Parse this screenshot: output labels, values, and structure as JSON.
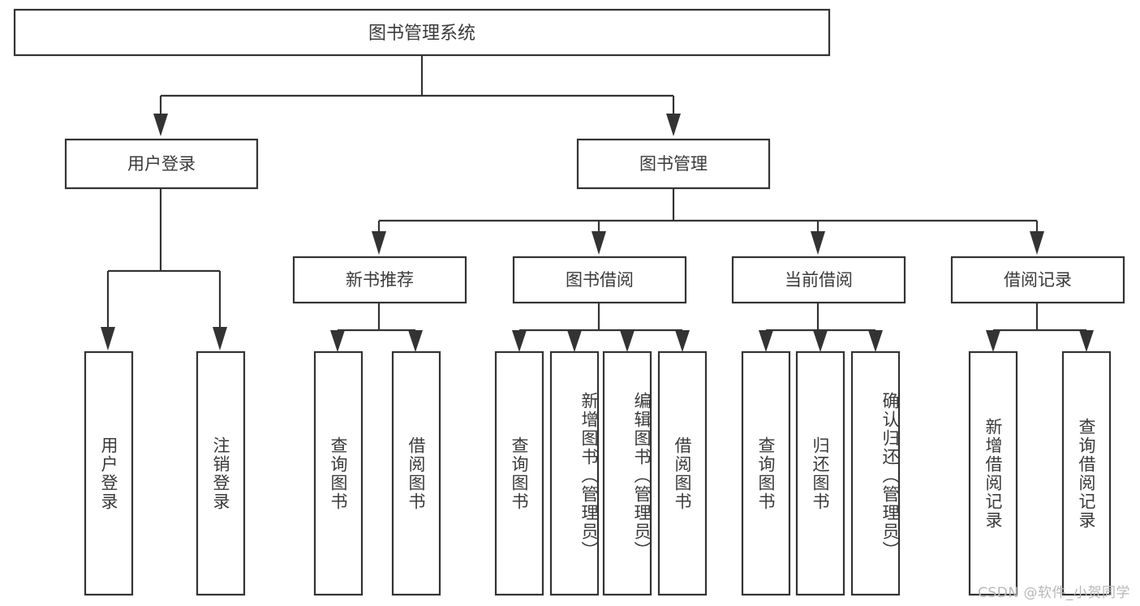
{
  "diagram": {
    "type": "tree",
    "title": "图书管理系统",
    "watermark": "CSDN @软件_小贺同学",
    "colors": {
      "stroke": "#333333",
      "text": "#3a3a3a",
      "background": "#ffffff",
      "watermark": "#b8b8b8"
    },
    "root": {
      "label": "图书管理系统"
    },
    "level2": [
      {
        "label": "用户登录"
      },
      {
        "label": "图书管理"
      }
    ],
    "level3": [
      {
        "label": "新书推荐"
      },
      {
        "label": "图书借阅"
      },
      {
        "label": "当前借阅"
      },
      {
        "label": "借阅记录"
      }
    ],
    "leaves": {
      "user_login": [
        {
          "label": "用户登录"
        },
        {
          "label": "注销登录"
        }
      ],
      "new_book_recommend": [
        {
          "label": "查询图书"
        },
        {
          "label": "借阅图书"
        }
      ],
      "book_borrow": [
        {
          "label": "查询图书"
        },
        {
          "label": "新增图书（管理员）"
        },
        {
          "label": "编辑图书（管理员）"
        },
        {
          "label": "借阅图书"
        }
      ],
      "current_borrow": [
        {
          "label": "查询图书"
        },
        {
          "label": "归还图书"
        },
        {
          "label": "确认归还（管理员）"
        }
      ],
      "borrow_record": [
        {
          "label": "新增借阅记录"
        },
        {
          "label": "查询借阅记录"
        }
      ]
    }
  }
}
